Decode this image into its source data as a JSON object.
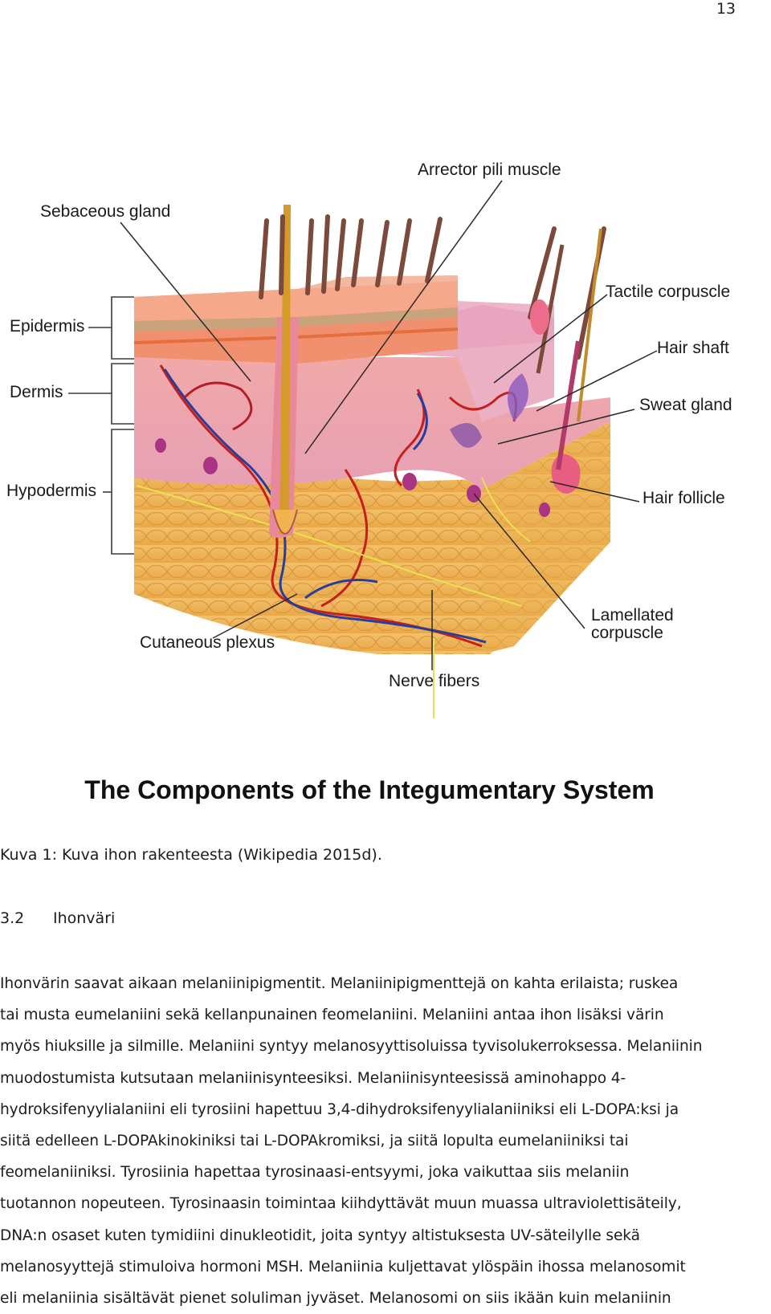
{
  "page_number": "13",
  "figure": {
    "labels": {
      "arrector_pili": "Arrector pili muscle",
      "sebaceous_gland": "Sebaceous gland",
      "tactile_corpuscle": "Tactile corpuscle",
      "epidermis": "Epidermis",
      "hair_shaft": "Hair shaft",
      "dermis": "Dermis",
      "sweat_gland": "Sweat gland",
      "hypodermis": "Hypodermis",
      "hair_follicle": "Hair follicle",
      "lamellated_1": "Lamellated",
      "lamellated_2": "corpuscle",
      "cutaneous_plexus": "Cutaneous plexus",
      "nerve_fibers": "Nerve fibers"
    },
    "title": "The Components of the Integumentary System"
  },
  "caption": "Kuva 1: Kuva ihon rakenteesta (Wikipedia 2015d).",
  "section": {
    "number": "3.2",
    "title": "Ihonväri"
  },
  "body_lines": [
    "Ihonvärin saavat aikaan melaniinipigmentit. Melaniinipigmenttejä on kahta erilaista; ruskea",
    "tai musta eumelaniini sekä kellanpunainen feomelaniini. Melaniini antaa ihon lisäksi värin",
    "myös hiuksille ja silmille. Melaniini syntyy melanosyyttisoluissa tyvisolukerroksessa. Melaniinin",
    "muodostumista kutsutaan melaniinisynteesiksi. Melaniinisynteesissä aminohappo 4-",
    "hydroksifenyylialaniini eli tyrosiini hapettuu 3,4-dihydroksifenyylialaniiniksi eli L-DOPA:ksi ja",
    "siitä edelleen L-DOPAkinokiniksi tai L-DOPAkromiksi, ja siitä lopulta eumelaniiniksi tai",
    "feomelaniiniksi. Tyrosiinia hapettaa tyrosinaasi-entsyymi, joka vaikuttaa siis melaniin",
    "tuotannon nopeuteen. Tyrosinaasin toimintaa kiihdyttävät muun muassa ultraviolettisäteily,",
    "DNA:n osaset kuten tymidiini dinukleotidit, joita syntyy altistuksesta UV-säteilylle sekä",
    "melanosyyttejä stimuloiva hormoni MSH. Melaniinia kuljettavat ylöspäin ihossa melanosomit",
    "eli melaniinia sisältävät pienet soluliman jyväset. Melanosomi on siis ikään kuin melaniinin"
  ]
}
